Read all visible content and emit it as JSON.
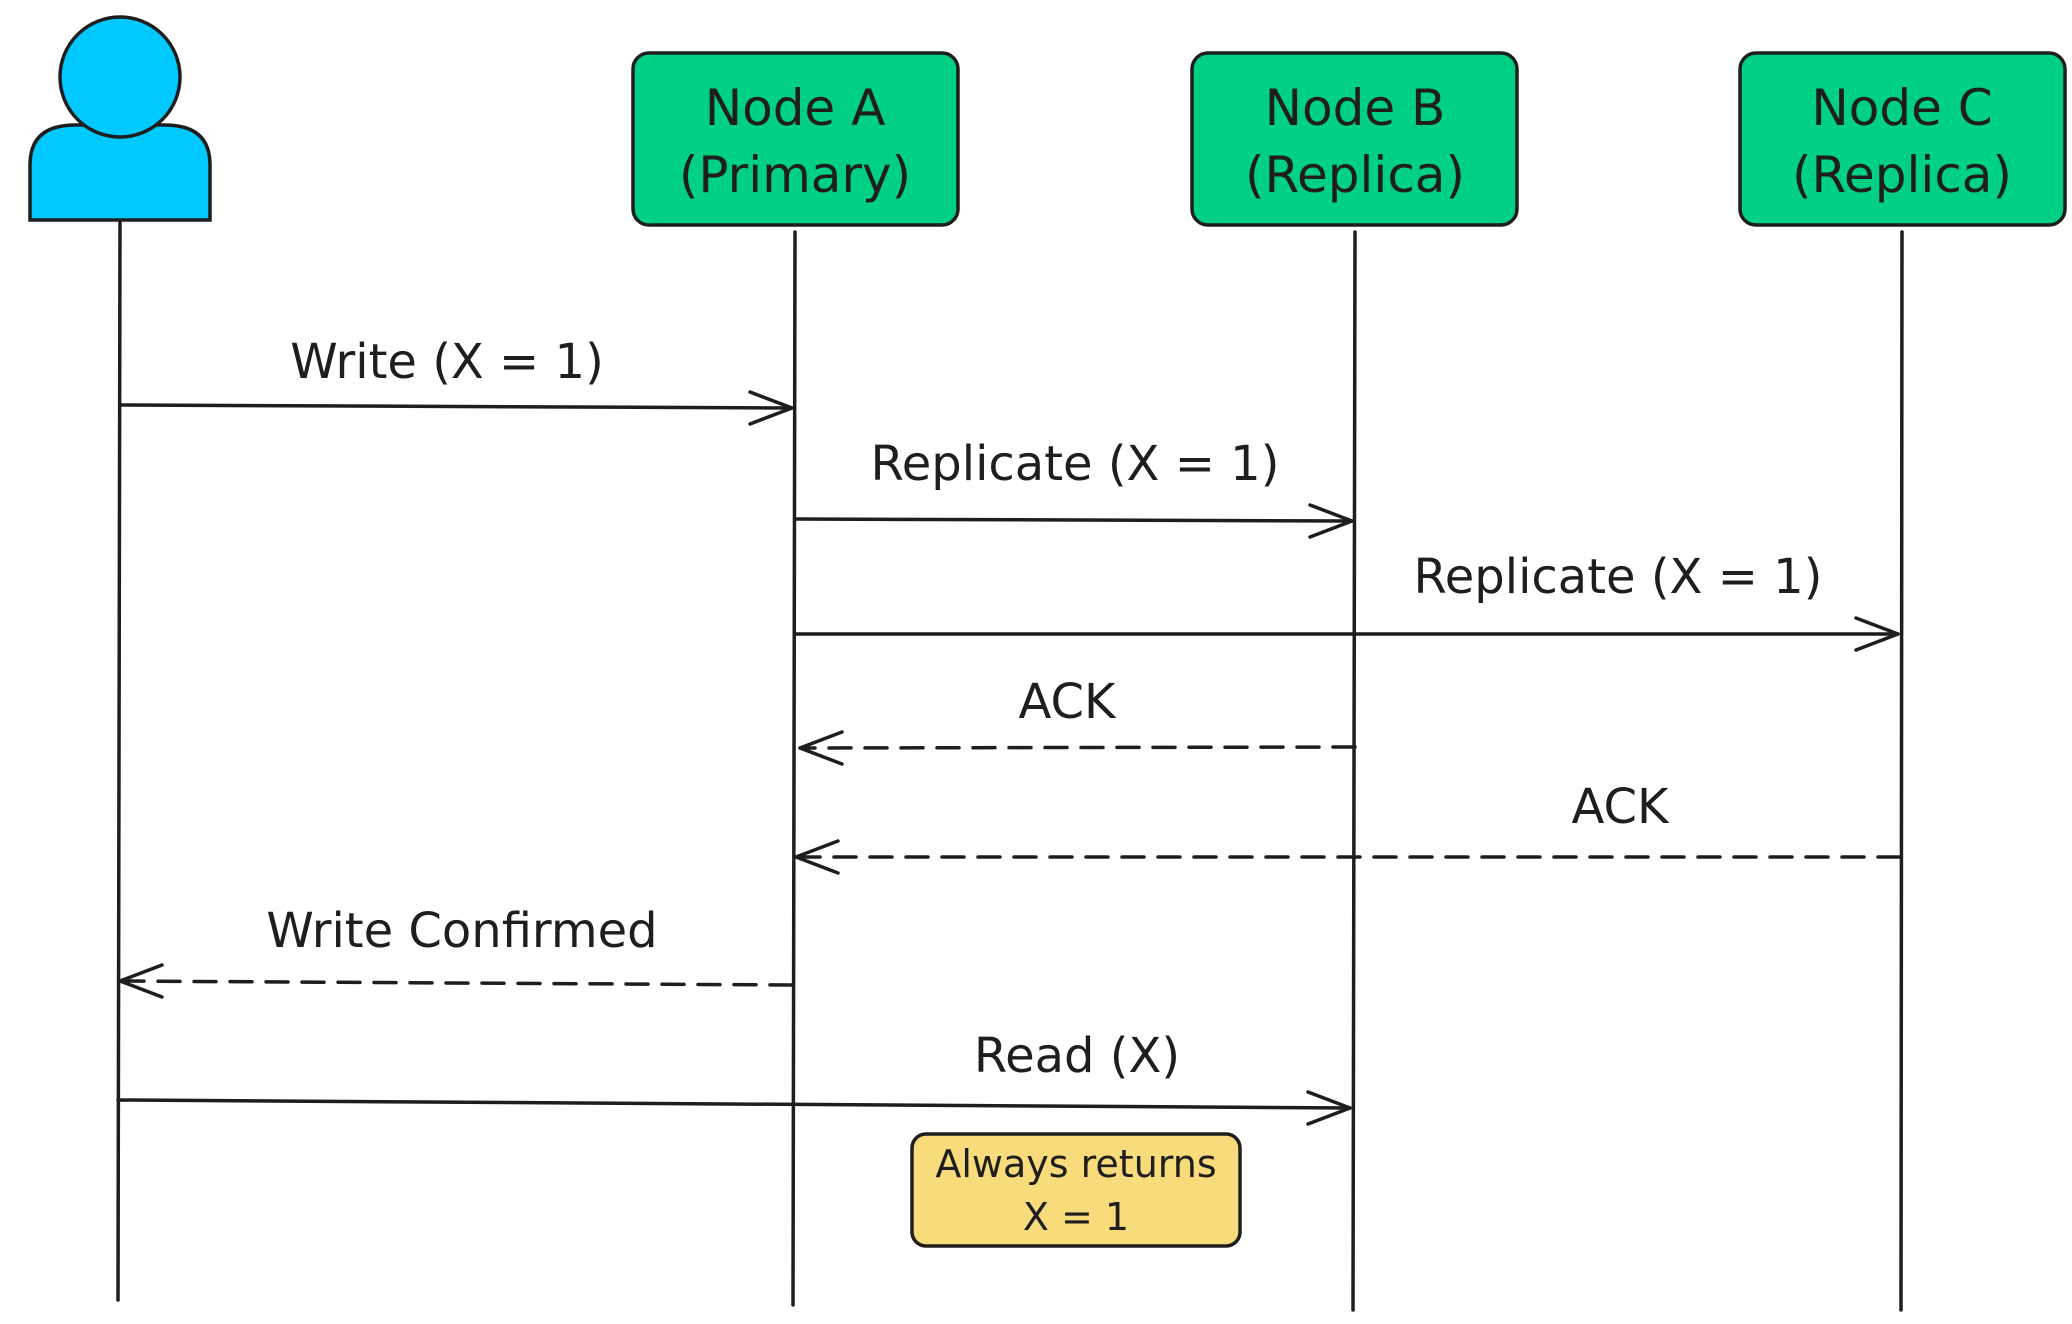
{
  "actor": {
    "icon": "user-icon",
    "color": "#00c9ff"
  },
  "nodes": [
    {
      "id": "node-a",
      "line1": "Node A",
      "line2": "(Primary)",
      "color": "#00d084"
    },
    {
      "id": "node-b",
      "line1": "Node B",
      "line2": "(Replica)",
      "color": "#00d084"
    },
    {
      "id": "node-c",
      "line1": "Node C",
      "line2": "(Replica)",
      "color": "#00d084"
    }
  ],
  "messages": [
    {
      "label": "Write (X = 1)",
      "from": "client",
      "to": "node-a",
      "style": "solid"
    },
    {
      "label": "Replicate (X = 1)",
      "from": "node-a",
      "to": "node-b",
      "style": "solid"
    },
    {
      "label": "Replicate (X = 1)",
      "from": "node-a",
      "to": "node-c",
      "style": "solid"
    },
    {
      "label": "ACK",
      "from": "node-b",
      "to": "node-a",
      "style": "dashed"
    },
    {
      "label": "ACK",
      "from": "node-c",
      "to": "node-a",
      "style": "dashed"
    },
    {
      "label": "Write Confirmed",
      "from": "node-a",
      "to": "client",
      "style": "dashed"
    },
    {
      "label": "Read (X)",
      "from": "client",
      "to": "node-b",
      "style": "solid"
    }
  ],
  "note": {
    "line1": "Always returns",
    "line2": "X = 1",
    "color": "#f8db7a"
  }
}
